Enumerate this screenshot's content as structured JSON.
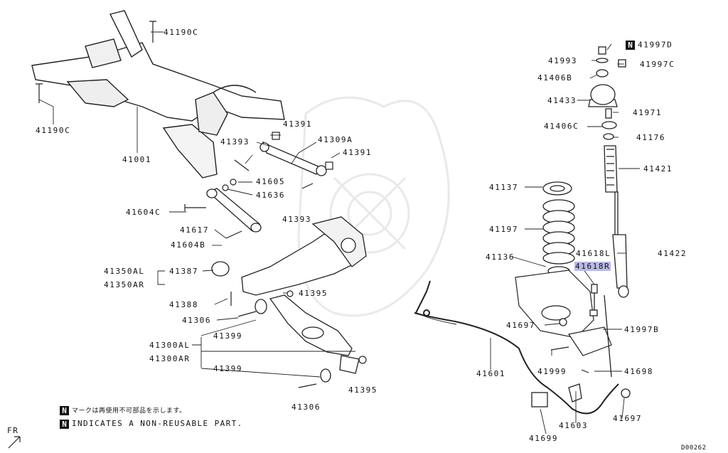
{
  "parts": {
    "p41190c_top": "41190C",
    "p41190c_left": "41190C",
    "p41001": "41001",
    "p41393_a": "41393",
    "p41391_a": "41391",
    "p41309a": "41309A",
    "p41391_b": "41391",
    "p41605": "41605",
    "p41636": "41636",
    "p41604c": "41604C",
    "p41393_b": "41393",
    "p41617": "41617",
    "p41604b": "41604B",
    "p41350al": "41350AL",
    "p41350ar": "41350AR",
    "p41387": "41387",
    "p41388": "41388",
    "p41395_a": "41395",
    "p41306_a": "41306",
    "p41399_a": "41399",
    "p41300al": "41300AL",
    "p41300ar": "41300AR",
    "p41399_b": "41399",
    "p41395_b": "41395",
    "p41306_b": "41306",
    "p41997d": "41997D",
    "p41993": "41993",
    "p41997c": "41997C",
    "p41406b": "41406B",
    "p41433": "41433",
    "p41971": "41971",
    "p41406c": "41406C",
    "p41176": "41176",
    "p41421": "41421",
    "p41137": "41137",
    "p41197": "41197",
    "p41618l": "41618L",
    "p41618r": "41618R",
    "p41422": "41422",
    "p41136": "41136",
    "p41697_a": "41697",
    "p41997b": "41997B",
    "p41601": "41601",
    "p41999": "41999",
    "p41698": "41698",
    "p41603": "41603",
    "p41697_b": "41697",
    "p41699": "41699"
  },
  "legend": {
    "symbol": "N",
    "japanese": "マークは再使用不可部品を示します。",
    "english": "INDICATES A NON-REUSABLE PART."
  },
  "direction_label": "FR",
  "diagram_code": "D00262",
  "highlight_color": "#b9b9e8"
}
